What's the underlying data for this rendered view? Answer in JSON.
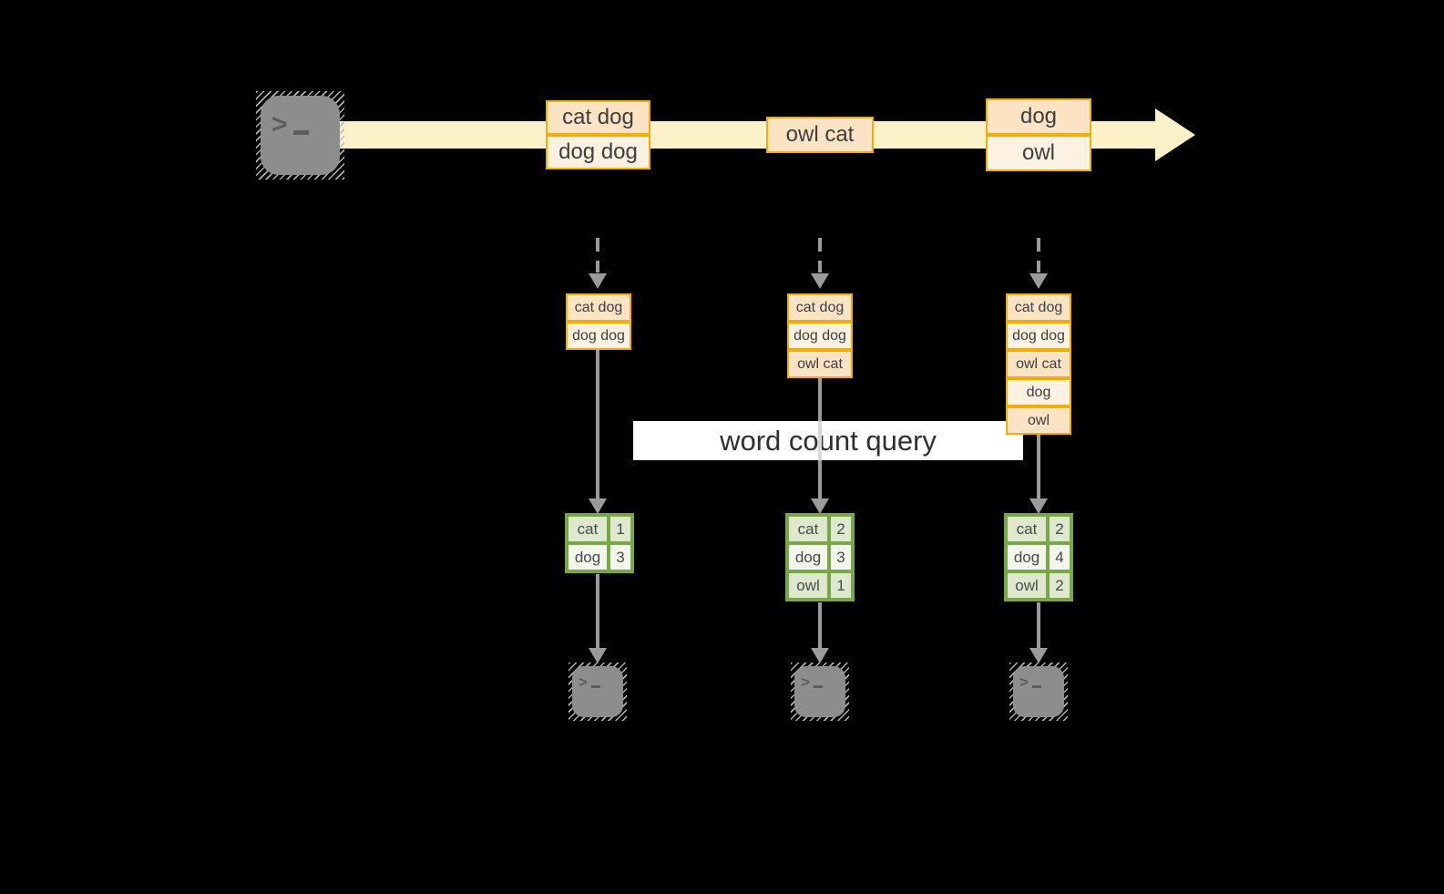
{
  "diagram": {
    "query_label": "word count query",
    "stream_events": [
      {
        "lines": [
          "cat dog",
          "dog dog"
        ]
      },
      {
        "lines": [
          "owl cat"
        ]
      },
      {
        "lines": [
          "dog",
          "owl"
        ]
      }
    ],
    "snapshots": [
      {
        "accumulated": [
          "cat dog",
          "dog dog"
        ],
        "counts": [
          {
            "word": "cat",
            "value": "1"
          },
          {
            "word": "dog",
            "value": "3"
          }
        ]
      },
      {
        "accumulated": [
          "cat dog",
          "dog dog",
          "owl cat"
        ],
        "counts": [
          {
            "word": "cat",
            "value": "2"
          },
          {
            "word": "dog",
            "value": "3"
          },
          {
            "word": "owl",
            "value": "1"
          }
        ]
      },
      {
        "accumulated": [
          "cat dog",
          "dog dog",
          "owl cat",
          "dog",
          "owl"
        ],
        "counts": [
          {
            "word": "cat",
            "value": "2"
          },
          {
            "word": "dog",
            "value": "4"
          },
          {
            "word": "owl",
            "value": "2"
          }
        ]
      }
    ]
  },
  "icons": {
    "terminal_prompt_char": ">"
  },
  "colors": {
    "background": "#000000",
    "stream_fill": "#fdf1ca",
    "event_fill_dark": "#fbe3c3",
    "event_fill_light": "#fdf2e2",
    "event_stroke": "#f2ae08",
    "table_fill_dark": "#dde8ce",
    "table_fill_light": "#f2f6ec",
    "table_stroke": "#77a845",
    "arrow_gray": "#9b9b9b",
    "terminal_gray": "#8d8d8d",
    "banner_bg": "#ffffff",
    "text_dark": "#3e3e3e"
  }
}
